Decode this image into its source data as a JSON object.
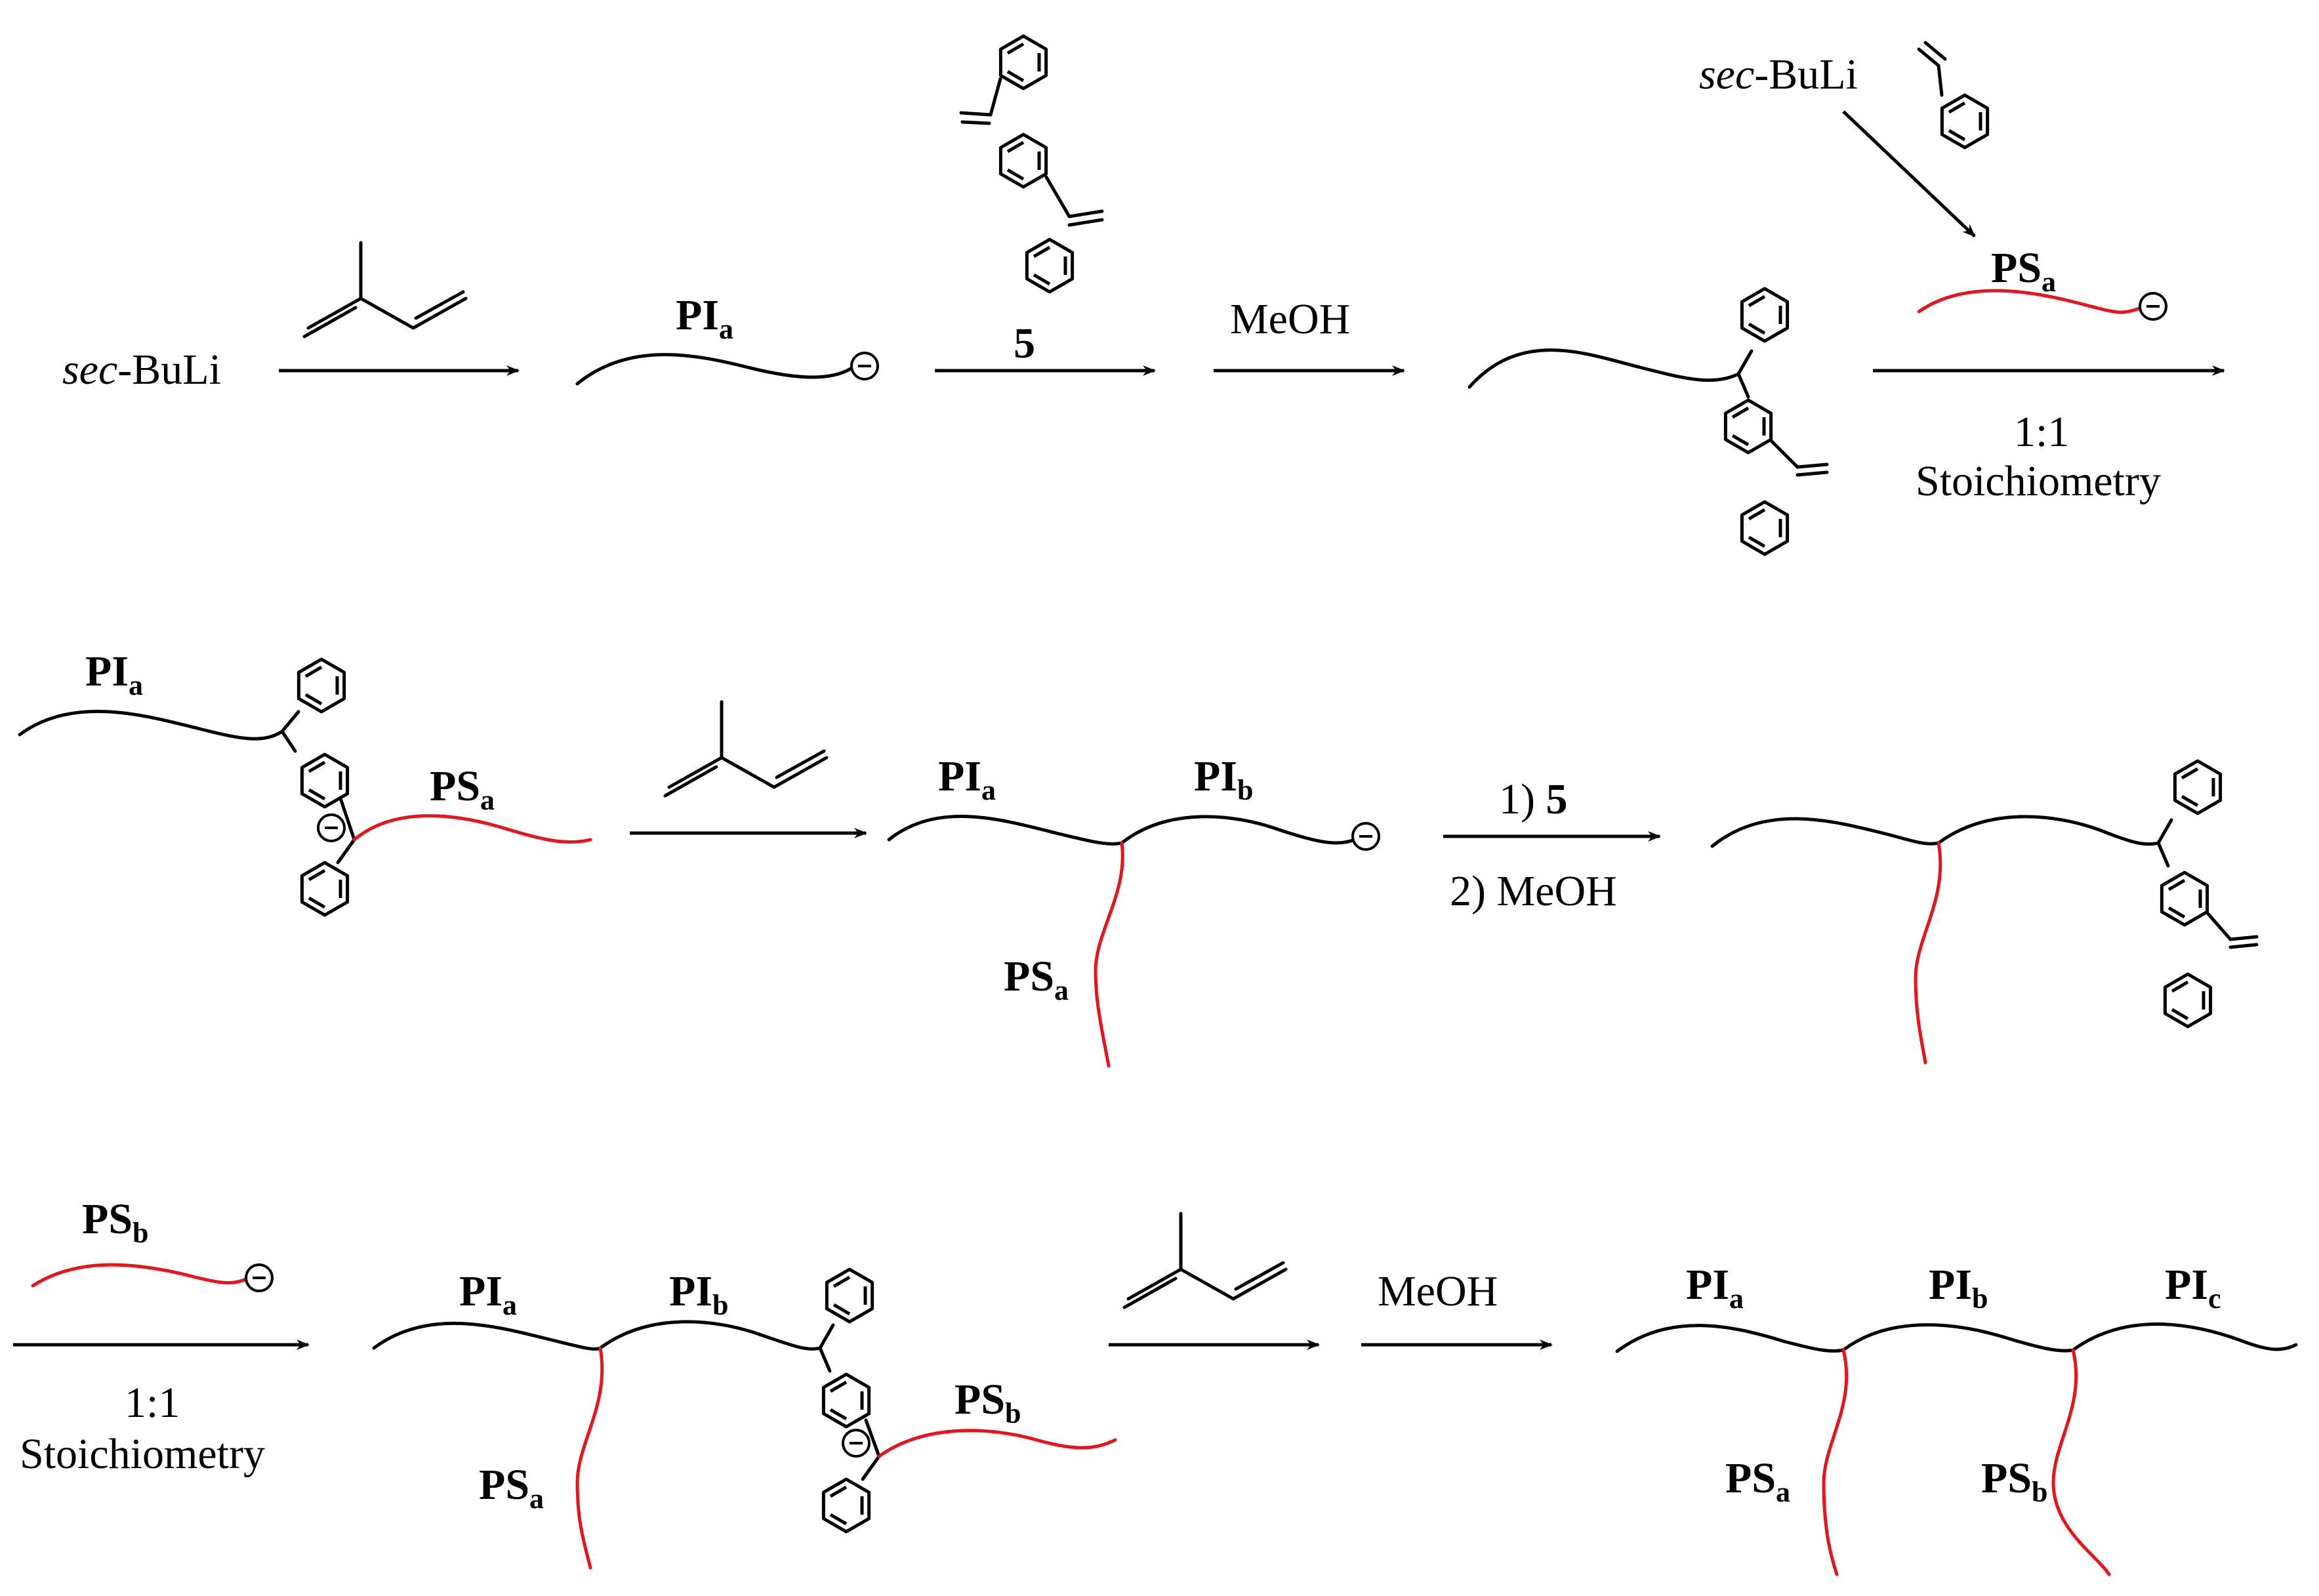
{
  "row1": {
    "initiator": "sec-BuLi",
    "initiator_prefix": "sec",
    "initiator_suffix": "-BuLi",
    "monomer": "isoprene",
    "chain_label_main": "PI",
    "chain_label_sub": "a",
    "reagent_compound_number": "5",
    "quench": "MeOH",
    "side_initiator_prefix": "sec",
    "side_initiator_suffix": "-BuLi",
    "side_monomer": "styrene",
    "side_chain_main": "PS",
    "side_chain_sub": "a",
    "coupling_ratio": "1:1",
    "coupling_text": "Stoichiometry"
  },
  "row2": {
    "label1_main": "PI",
    "label1_sub": "a",
    "label2_main": "PS",
    "label2_sub": "a",
    "label3_main": "PI",
    "label3_sub": "a",
    "label4_main": "PI",
    "label4_sub": "b",
    "label5_main": "PS",
    "label5_sub": "a",
    "step1_prefix": "1) ",
    "step1_compound": "5",
    "step2": "2) MeOH"
  },
  "row3": {
    "ps_main": "PS",
    "ps_sub": "b",
    "coupling_ratio": "1:1",
    "coupling_text": "Stoichiometry",
    "label1_main": "PI",
    "label1_sub": "a",
    "label2_main": "PI",
    "label2_sub": "b",
    "label3_main": "PS",
    "label3_sub": "a",
    "label4_main": "PS",
    "label4_sub": "b",
    "quench": "MeOH",
    "final1_main": "PI",
    "final1_sub": "a",
    "final2_main": "PI",
    "final2_sub": "b",
    "final3_main": "PI",
    "final3_sub": "c",
    "final4_main": "PS",
    "final4_sub": "a",
    "final5_main": "PS",
    "final5_sub": "b"
  },
  "colors": {
    "polyisoprene": "#000000",
    "polystyrene": "#e8141c"
  },
  "icons": [
    "benzene-ring-icon",
    "carbanion-charge-icon",
    "reaction-arrow-icon"
  ]
}
